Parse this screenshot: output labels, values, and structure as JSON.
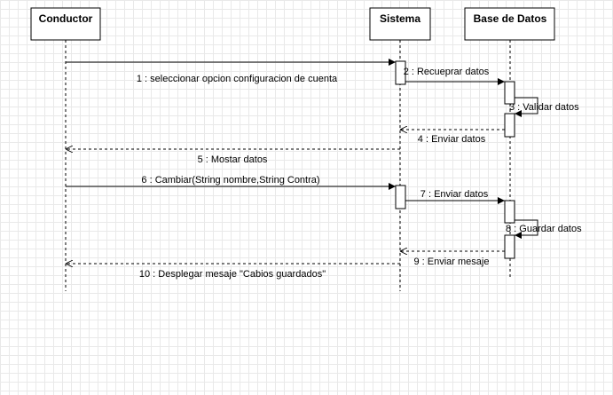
{
  "participants": {
    "conductor": "Conductor",
    "sistema": "Sistema",
    "base_de_datos": "Base de Datos"
  },
  "messages": [
    {
      "label": "1 : seleccionar opcion configuracion de cuenta",
      "from": "conductor",
      "to": "sistema",
      "kind": "call"
    },
    {
      "label": "2 : Recueprar datos",
      "from": "sistema",
      "to": "base_de_datos",
      "kind": "call"
    },
    {
      "label": "3 : Validar datos",
      "from": "base_de_datos",
      "to": "base_de_datos",
      "kind": "self"
    },
    {
      "label": "4 : Enviar datos",
      "from": "base_de_datos",
      "to": "sistema",
      "kind": "return"
    },
    {
      "label": "5 : Mostar datos",
      "from": "sistema",
      "to": "conductor",
      "kind": "return"
    },
    {
      "label": "6 : Cambiar(String nombre,String Contra)",
      "from": "conductor",
      "to": "sistema",
      "kind": "call"
    },
    {
      "label": "7 : Enviar datos",
      "from": "sistema",
      "to": "base_de_datos",
      "kind": "call"
    },
    {
      "label": "8 : Guardar datos",
      "from": "base_de_datos",
      "to": "base_de_datos",
      "kind": "self"
    },
    {
      "label": "9 : Enviar mesaje",
      "from": "base_de_datos",
      "to": "sistema",
      "kind": "return"
    },
    {
      "label": "10 : Desplegar mesaje \"Cabios guardados\"",
      "from": "sistema",
      "to": "conductor",
      "kind": "return"
    }
  ]
}
